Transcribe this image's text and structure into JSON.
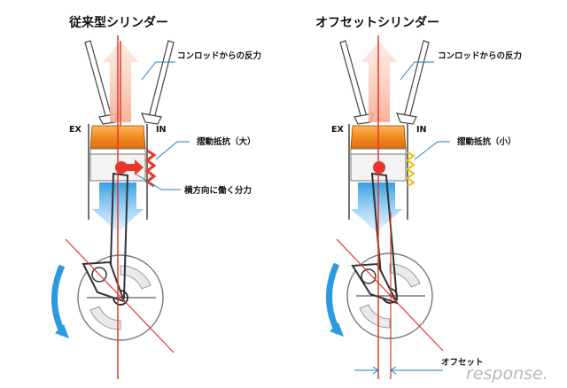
{
  "left": {
    "title": "従来型シリンダー",
    "conrod_force": "コンロッドからの反力",
    "ex": "EX",
    "in": "IN",
    "friction": "摺動抵抗（大）",
    "lateral": "横方向に働く分力"
  },
  "right": {
    "title": "オフセットシリンダー",
    "conrod_force": "コンロッドからの反力",
    "ex": "EX",
    "in": "IN",
    "friction": "摺動抵抗（小）",
    "offset": "オフセット"
  },
  "watermark": "response.",
  "colors": {
    "red": "#e8372a",
    "orange": "#f08a1e",
    "blue": "#2b9be0",
    "light_blue": "#9fd1f2",
    "leader_blue": "#1f7fc0",
    "gray": "#555555",
    "yellow": "#f3c21a"
  },
  "icons": {
    "rotation_arrow": "curved-arrow-icon",
    "force_arrow": "arrow-up-icon",
    "lateral_arrow": "arrow-right-icon",
    "friction_zigzag": "zigzag-icon"
  }
}
